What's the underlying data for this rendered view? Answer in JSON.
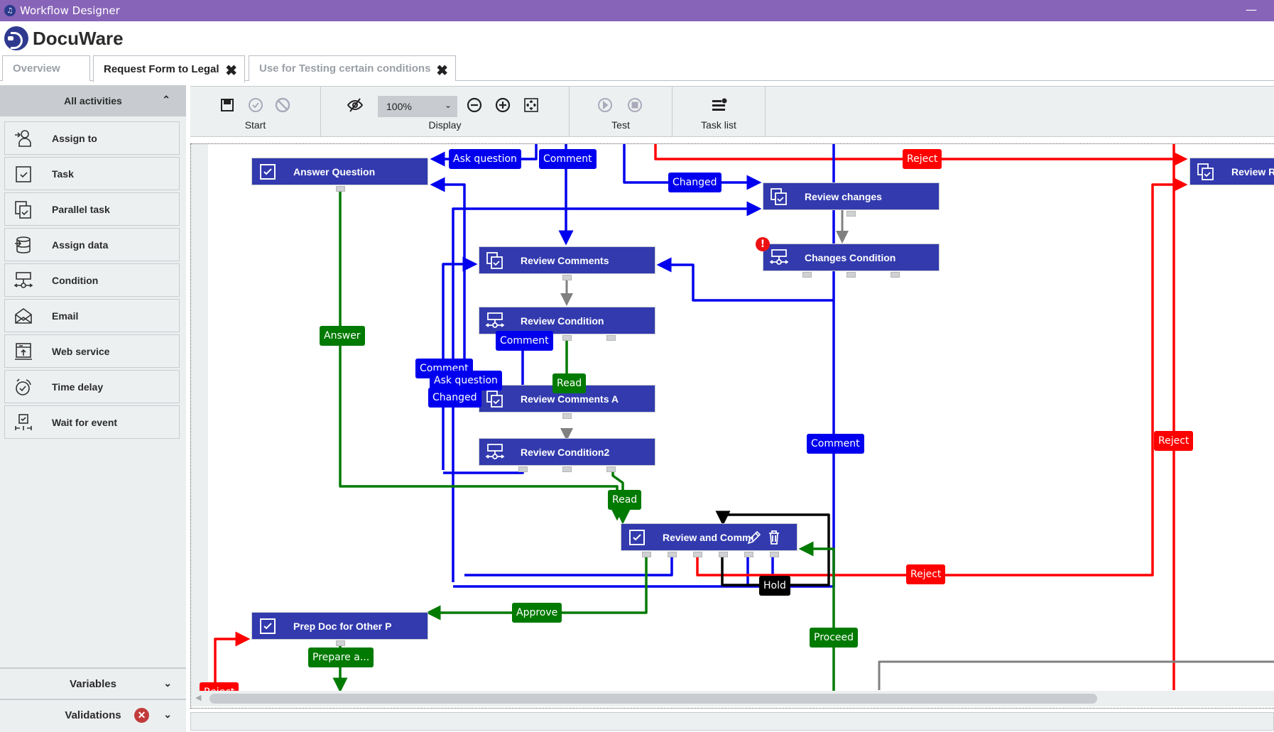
{
  "window": {
    "title": "Workflow Designer",
    "minimize_label": "—"
  },
  "brand": {
    "name": "DocuWare"
  },
  "tabs": [
    {
      "label": "Overview",
      "active": false,
      "closable": false
    },
    {
      "label": "Request Form to Legal",
      "active": true,
      "closable": true
    },
    {
      "label": "Use for Testing certain conditions",
      "active": false,
      "closable": true
    }
  ],
  "close_glyph": "✖",
  "sidebar": {
    "header": "All activities",
    "collapse_glyph": "⌃",
    "items": [
      {
        "label": "Assign to",
        "icon": "assign-to-icon"
      },
      {
        "label": "Task",
        "icon": "task-icon"
      },
      {
        "label": "Parallel task",
        "icon": "parallel-task-icon"
      },
      {
        "label": "Assign data",
        "icon": "assign-data-icon"
      },
      {
        "label": "Condition",
        "icon": "condition-icon"
      },
      {
        "label": "Email",
        "icon": "email-icon"
      },
      {
        "label": "Web service",
        "icon": "web-service-icon"
      },
      {
        "label": "Time delay",
        "icon": "time-delay-icon"
      },
      {
        "label": "Wait for event",
        "icon": "wait-for-event-icon"
      }
    ],
    "panels": [
      {
        "label": "Variables",
        "error": false
      },
      {
        "label": "Validations",
        "error": true
      }
    ],
    "expand_glyph": "⌄",
    "error_glyph": "✕"
  },
  "toolbar": {
    "groups": [
      {
        "label": "Start",
        "buttons": [
          "save-icon",
          "validate-icon",
          "disable-icon"
        ]
      },
      {
        "label": "Display",
        "buttons": [
          "hide-icon",
          "zoom-out-icon",
          "zoom-in-icon",
          "fit-to-screen-icon"
        ]
      },
      {
        "label": "Test",
        "buttons": [
          "play-icon",
          "stop-icon"
        ]
      },
      {
        "label": "Task list",
        "buttons": [
          "task-list-icon"
        ]
      }
    ],
    "zoom_value": "100%",
    "dropdown_glyph": "⌄"
  },
  "colors": {
    "node": "#323aae",
    "blue": "#0000ee",
    "green": "#007a00",
    "red": "#ff0000",
    "black": "#000000",
    "gray": "#808080",
    "error": "#ee1111"
  },
  "canvas": {
    "nodes": [
      {
        "id": "answer-question",
        "label": "Answer Question",
        "type": "task"
      },
      {
        "id": "review-comments",
        "label": "Review Comments",
        "type": "parallel"
      },
      {
        "id": "review-condition",
        "label": "Review Condition",
        "type": "condition"
      },
      {
        "id": "review-comments-a",
        "label": "Review Comments A",
        "type": "parallel"
      },
      {
        "id": "review-condition2",
        "label": "Review Condition2",
        "type": "condition"
      },
      {
        "id": "review-changes",
        "label": "Review changes",
        "type": "parallel"
      },
      {
        "id": "changes-condition",
        "label": "Changes Condition",
        "type": "condition",
        "error": true
      },
      {
        "id": "review-and-comment",
        "label": "Review and Commen",
        "type": "task",
        "selected": true
      },
      {
        "id": "prep-doc",
        "label": "Prep Doc for Other P",
        "type": "task"
      },
      {
        "id": "review-re",
        "label": "Review Re",
        "type": "parallel"
      }
    ],
    "edge_labels": [
      {
        "text": "Ask question",
        "color": "blue"
      },
      {
        "text": "Comment",
        "color": "blue"
      },
      {
        "text": "Changed",
        "color": "blue"
      },
      {
        "text": "Reject",
        "color": "red"
      },
      {
        "text": "Answer",
        "color": "green"
      },
      {
        "text": "Comment",
        "color": "blue"
      },
      {
        "text": "Read",
        "color": "green"
      },
      {
        "text": "Comment",
        "color": "blue"
      },
      {
        "text": "Ask question",
        "color": "blue"
      },
      {
        "text": "Changed",
        "color": "blue"
      },
      {
        "text": "Comment",
        "color": "blue"
      },
      {
        "text": "Reject",
        "color": "red"
      },
      {
        "text": "Read",
        "color": "green"
      },
      {
        "text": "Reject",
        "color": "red"
      },
      {
        "text": "Hold",
        "color": "black"
      },
      {
        "text": "Approve",
        "color": "green"
      },
      {
        "text": "Proceed",
        "color": "green"
      },
      {
        "text": "Prepare a...",
        "color": "green"
      },
      {
        "text": "Reject",
        "color": "red"
      }
    ],
    "error_badge": "!"
  }
}
